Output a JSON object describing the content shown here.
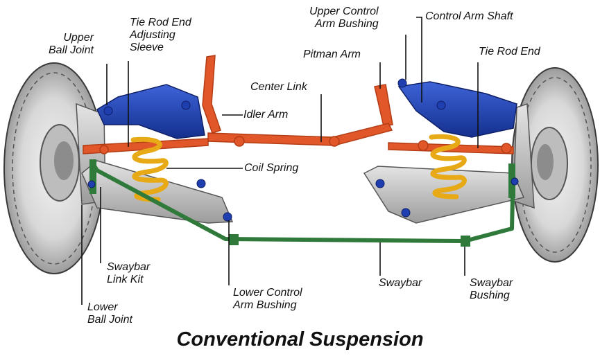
{
  "labels": {
    "upper_ball_joint": [
      "Upper",
      "Ball Joint"
    ],
    "tie_rod_end_adjusting_sleeve": [
      "Tie Rod End",
      "Adjusting",
      "Sleeve"
    ],
    "upper_control_arm_bushing": [
      "Upper Control",
      "Arm Bushing"
    ],
    "control_arm_shaft": "Control Arm Shaft",
    "pitman_arm": "Pitman Arm",
    "tie_rod_end": "Tie Rod End",
    "center_link": "Center Link",
    "idler_arm": "Idler Arm",
    "coil_spring": "Coil Spring",
    "swaybar_link_kit": [
      "Swaybar",
      "Link Kit"
    ],
    "lower_ball_joint": [
      "Lower",
      "Ball Joint"
    ],
    "lower_control_arm_bushing": [
      "Lower Control",
      "Arm Bushing"
    ],
    "swaybar": "Swaybar",
    "swaybar_bushing": [
      "Swaybar",
      "Bushing"
    ]
  },
  "caption": "Conventional Suspension",
  "colors": {
    "tire": "#2c2c2c",
    "tire_tread": "#e4e4e4",
    "control_arm_upper": "#1f3fb0",
    "linkage": "#e2572a",
    "coil_spring": "#f2b824",
    "swaybar": "#2f7a3a",
    "lower_arm": "#c8c8c8",
    "leader": "#111111"
  }
}
